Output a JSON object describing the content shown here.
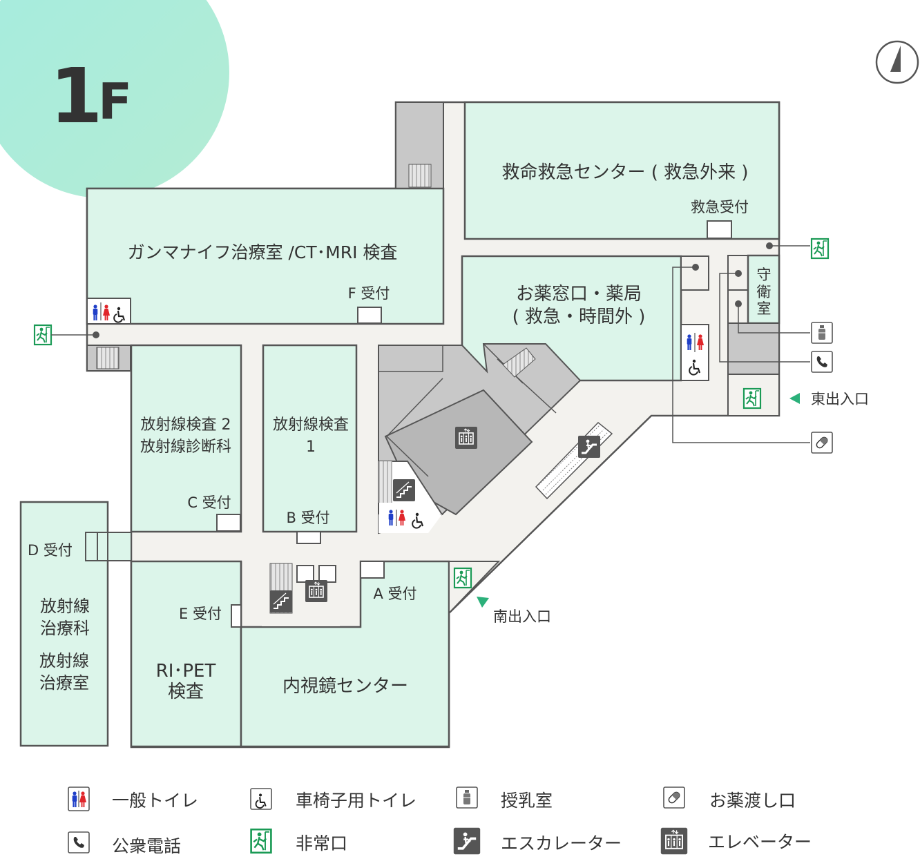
{
  "floor": {
    "number": "1",
    "letter": "F"
  },
  "rooms": {
    "emergency_center": "救命救急センター ( 救急外来 )",
    "emergency_reception": "救急受付",
    "gamma_knife": "ガンマナイフ治療室 /CT･MRI 検査",
    "f_reception": "F 受付",
    "pharmacy_line1": "お薬窓口・薬局",
    "pharmacy_line2": "( 救急・時間外 )",
    "guard_room": [
      "守",
      "衛",
      "室"
    ],
    "rad_exam2_line1": "放射線検査 2",
    "rad_exam2_line2": "放射線診断科",
    "c_reception": "C 受付",
    "rad_exam1_line1": "放射線検査",
    "rad_exam1_line2": "1",
    "b_reception": "B 受付",
    "d_reception": "D 受付",
    "rad_therapy_dept_line1": "放射線",
    "rad_therapy_dept_line2": "治療科",
    "rad_therapy_room_line1": "放射線",
    "rad_therapy_room_line2": "治療室",
    "e_reception": "E 受付",
    "ri_pet_line1": "RI･PET",
    "ri_pet_line2": "検査",
    "a_reception": "A 受付",
    "endoscopy": "内視鏡センター"
  },
  "entrances": {
    "east": "東出入口",
    "south": "南出入口"
  },
  "legend": [
    {
      "icon": "restroom-icon",
      "label": "一般トイレ"
    },
    {
      "icon": "wheelchair-icon",
      "label": "車椅子用トイレ"
    },
    {
      "icon": "nursing-room-icon",
      "label": "授乳室"
    },
    {
      "icon": "medicine-icon",
      "label": "お薬渡し口"
    },
    {
      "icon": "phone-icon",
      "label": "公衆電話"
    },
    {
      "icon": "emergency-exit-icon",
      "label": "非常口"
    },
    {
      "icon": "escalator-icon",
      "label": "エスカレーター"
    },
    {
      "icon": "elevator-icon",
      "label": "エレベーター"
    }
  ],
  "colors": {
    "room": "#dcf5ea",
    "corridor": "#f3f2ee",
    "service": "#c8c8c8",
    "exit": "#1a9a55",
    "men": "#1f3fc8",
    "women": "#e0262b",
    "entrance_arrow": "#2bb07a"
  }
}
